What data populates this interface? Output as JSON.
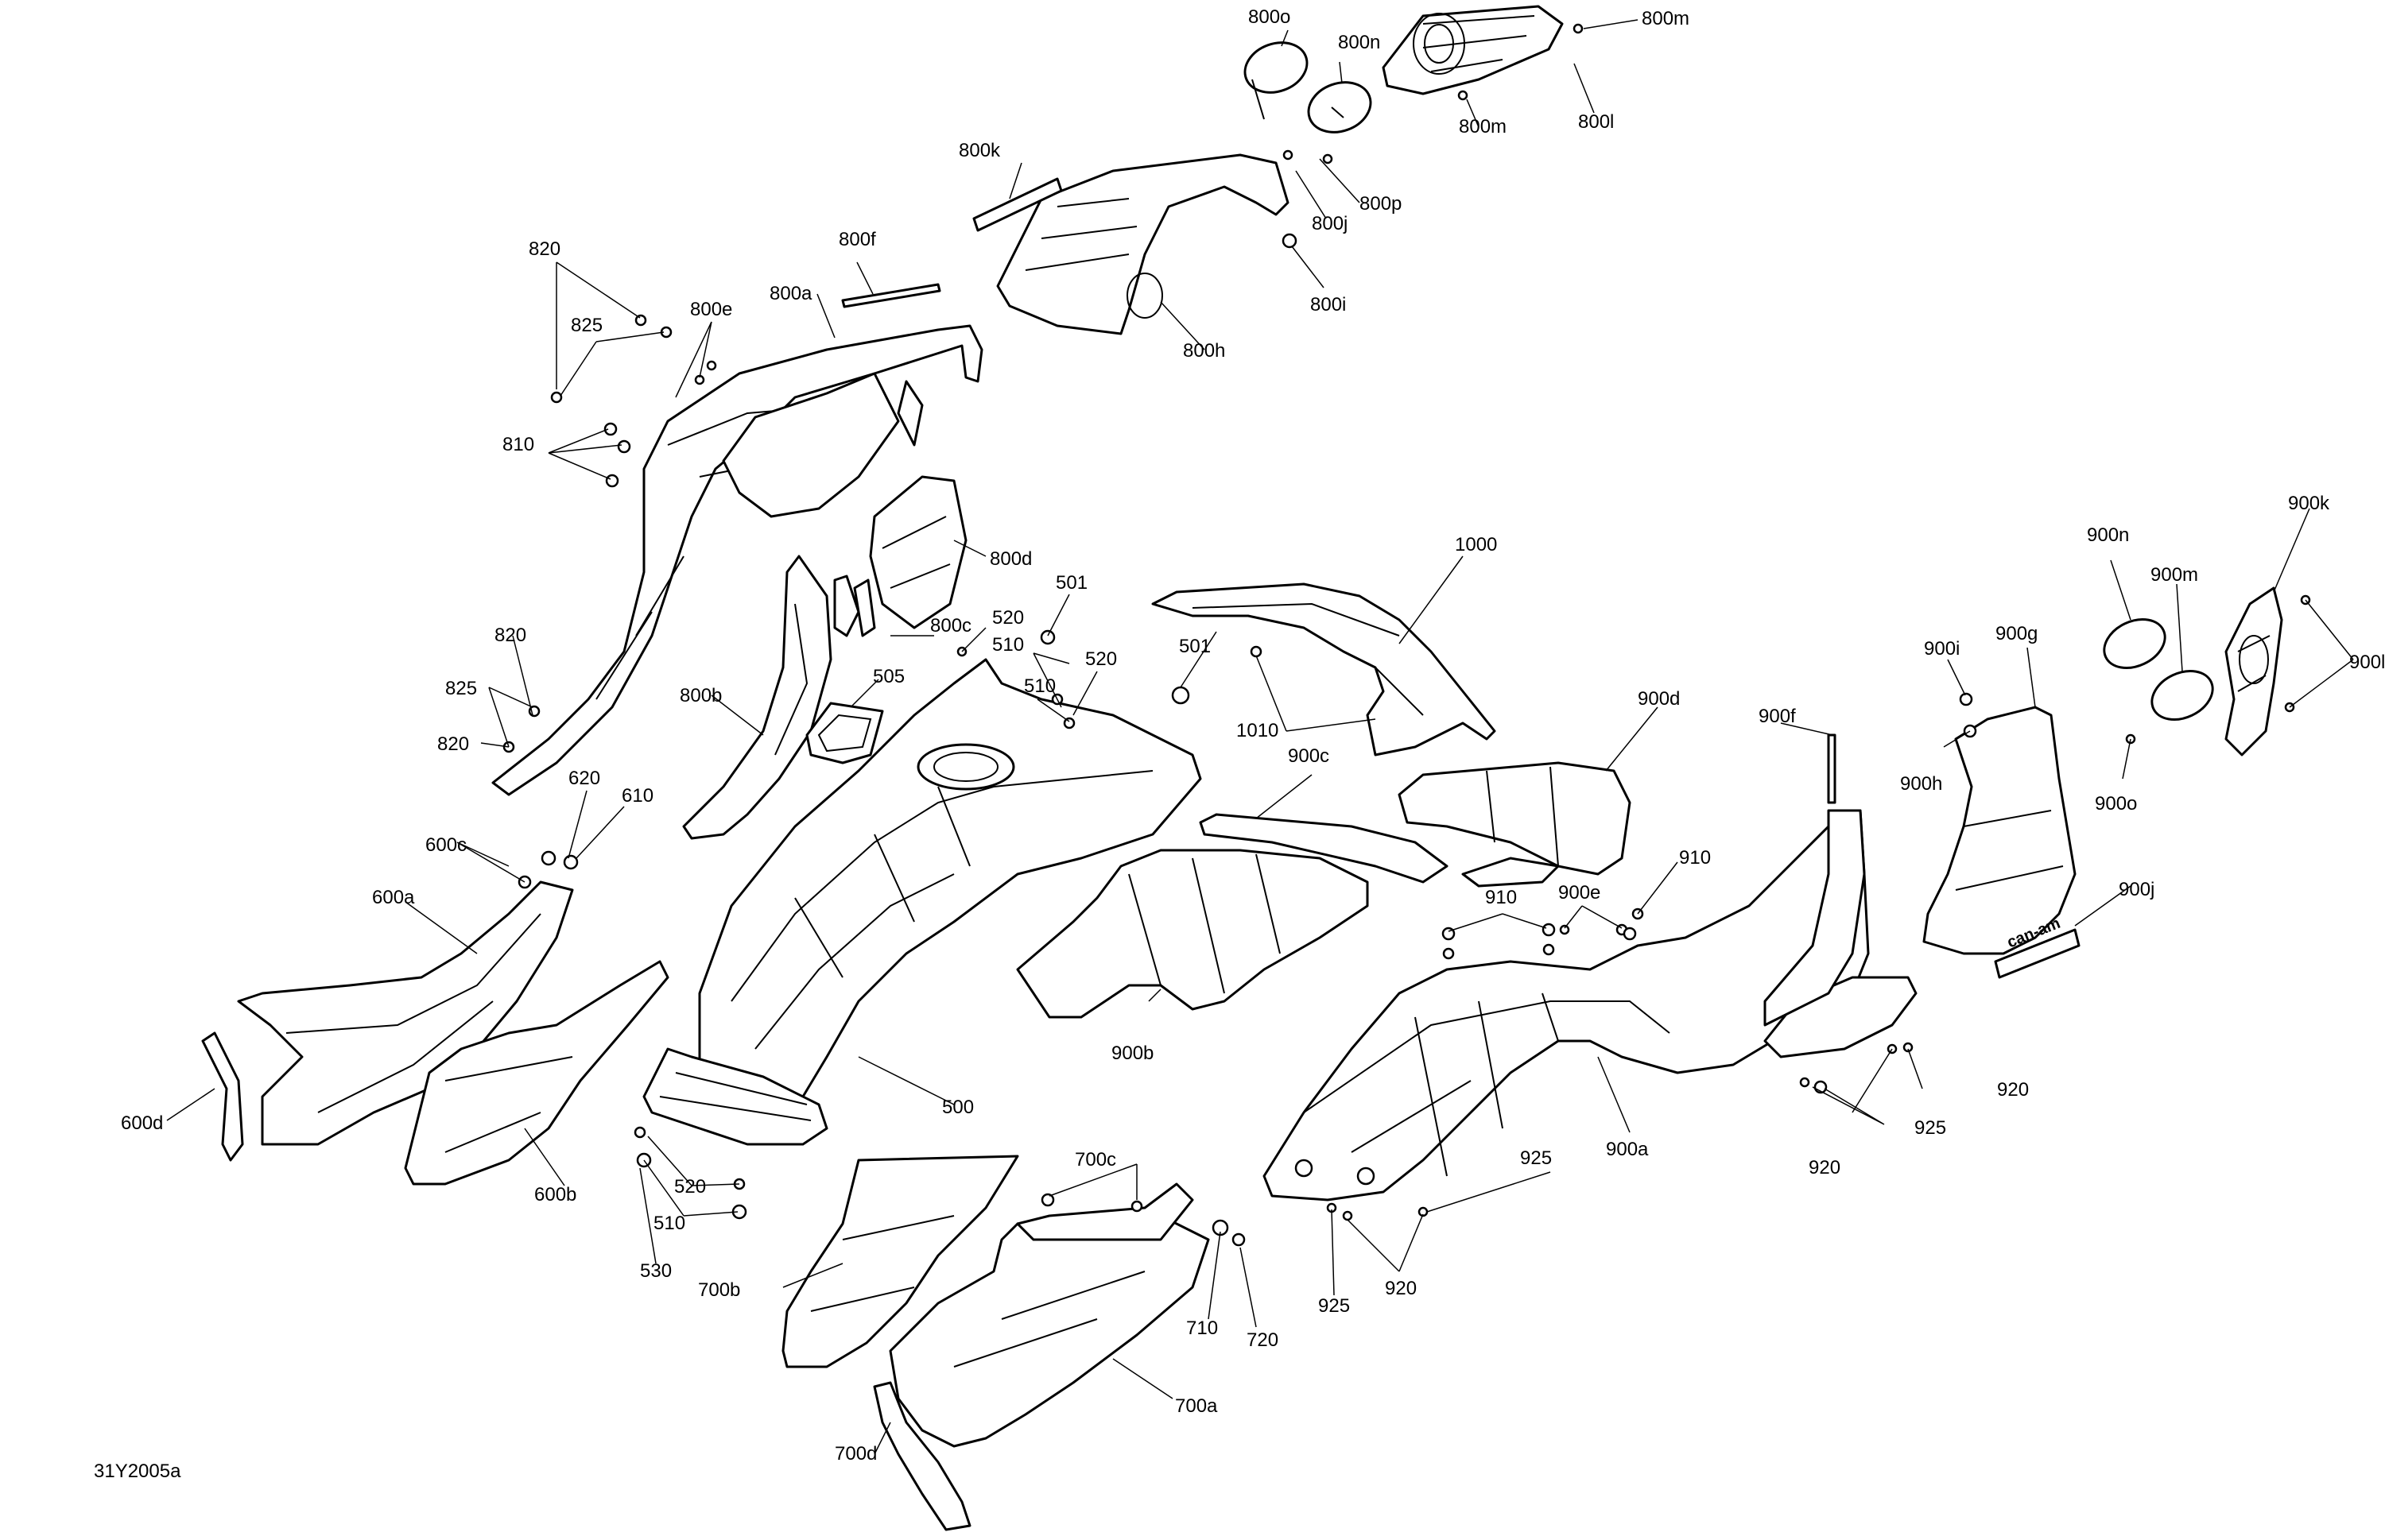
{
  "diagram": {
    "figure_code": "31Y2005a",
    "brand_decal": "can-am",
    "callouts": [
      {
        "id": "800o",
        "text": "800o"
      },
      {
        "id": "800n",
        "text": "800n"
      },
      {
        "id": "800m-a",
        "text": "800m"
      },
      {
        "id": "800m-b",
        "text": "800m"
      },
      {
        "id": "800l",
        "text": "800l"
      },
      {
        "id": "800k",
        "text": "800k"
      },
      {
        "id": "800p",
        "text": "800p"
      },
      {
        "id": "800j",
        "text": "800j"
      },
      {
        "id": "800i",
        "text": "800i"
      },
      {
        "id": "800h",
        "text": "800h"
      },
      {
        "id": "800f",
        "text": "800f"
      },
      {
        "id": "800a",
        "text": "800a"
      },
      {
        "id": "800e",
        "text": "800e"
      },
      {
        "id": "820-a",
        "text": "820"
      },
      {
        "id": "825-a",
        "text": "825"
      },
      {
        "id": "810",
        "text": "810"
      },
      {
        "id": "800d",
        "text": "800d"
      },
      {
        "id": "800c",
        "text": "800c"
      },
      {
        "id": "501-a",
        "text": "501"
      },
      {
        "id": "520-a",
        "text": "520"
      },
      {
        "id": "510-a",
        "text": "510"
      },
      {
        "id": "520-b",
        "text": "520"
      },
      {
        "id": "505",
        "text": "505"
      },
      {
        "id": "510-b",
        "text": "510"
      },
      {
        "id": "800b",
        "text": "800b"
      },
      {
        "id": "820-b",
        "text": "820"
      },
      {
        "id": "825-b",
        "text": "825"
      },
      {
        "id": "820-c",
        "text": "820"
      },
      {
        "id": "620",
        "text": "620"
      },
      {
        "id": "610",
        "text": "610"
      },
      {
        "id": "600c",
        "text": "600c"
      },
      {
        "id": "600a",
        "text": "600a"
      },
      {
        "id": "600d",
        "text": "600d"
      },
      {
        "id": "600b",
        "text": "600b"
      },
      {
        "id": "500",
        "text": "500"
      },
      {
        "id": "520-c",
        "text": "520"
      },
      {
        "id": "510-c",
        "text": "510"
      },
      {
        "id": "530",
        "text": "530"
      },
      {
        "id": "700c",
        "text": "700c"
      },
      {
        "id": "700b",
        "text": "700b"
      },
      {
        "id": "710",
        "text": "710"
      },
      {
        "id": "720",
        "text": "720"
      },
      {
        "id": "700a",
        "text": "700a"
      },
      {
        "id": "700d",
        "text": "700d"
      },
      {
        "id": "1000",
        "text": "1000"
      },
      {
        "id": "501-b",
        "text": "501"
      },
      {
        "id": "1010",
        "text": "1010"
      },
      {
        "id": "900c",
        "text": "900c"
      },
      {
        "id": "900b",
        "text": "900b"
      },
      {
        "id": "900d",
        "text": "900d"
      },
      {
        "id": "900f",
        "text": "900f"
      },
      {
        "id": "910-a",
        "text": "910"
      },
      {
        "id": "910-b",
        "text": "910"
      },
      {
        "id": "900e",
        "text": "900e"
      },
      {
        "id": "900a",
        "text": "900a"
      },
      {
        "id": "925-a",
        "text": "925"
      },
      {
        "id": "925-b",
        "text": "925"
      },
      {
        "id": "920-a",
        "text": "920"
      },
      {
        "id": "920-b",
        "text": "920"
      },
      {
        "id": "920-c",
        "text": "920"
      },
      {
        "id": "925-c",
        "text": "925"
      },
      {
        "id": "900n",
        "text": "900n"
      },
      {
        "id": "900m",
        "text": "900m"
      },
      {
        "id": "900k",
        "text": "900k"
      },
      {
        "id": "900i",
        "text": "900i"
      },
      {
        "id": "900g",
        "text": "900g"
      },
      {
        "id": "900l",
        "text": "900l"
      },
      {
        "id": "900h",
        "text": "900h"
      },
      {
        "id": "900o",
        "text": "900o"
      },
      {
        "id": "900j",
        "text": "900j"
      }
    ]
  }
}
